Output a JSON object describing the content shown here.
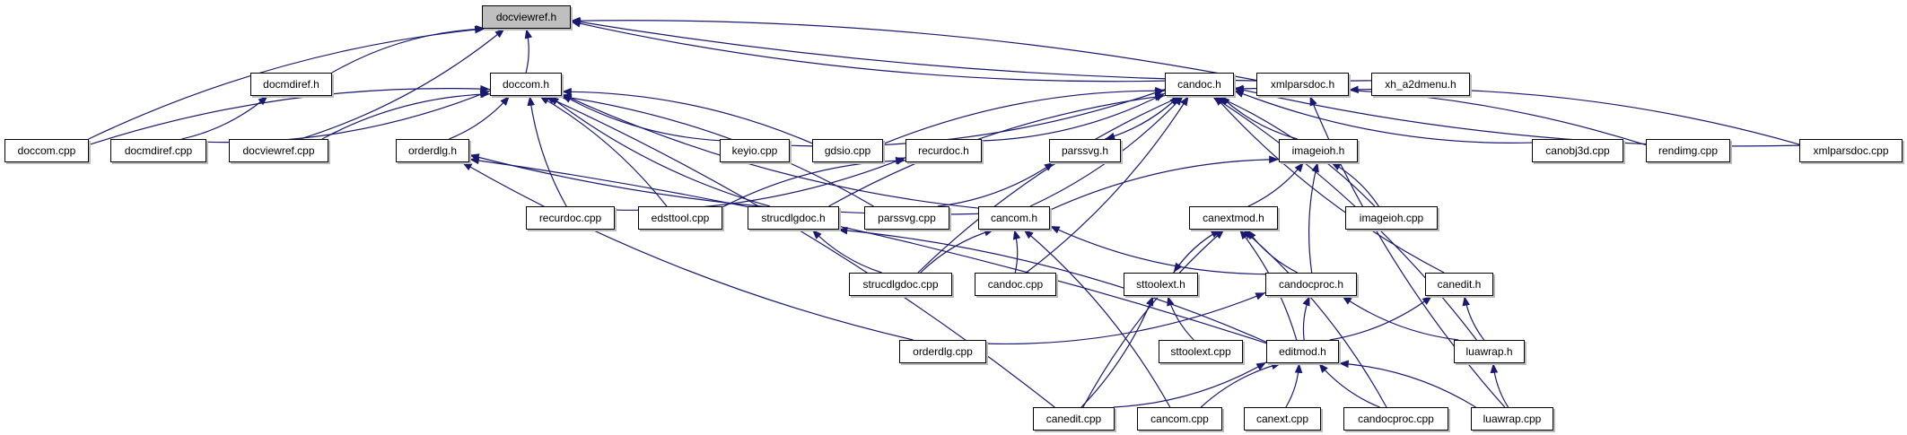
{
  "colors": {
    "edge": "#191970",
    "root_fill": "#bfbfbf",
    "node_fill": "#ffffff"
  },
  "root": "docviewref.h",
  "nodes": [
    "docviewref.h",
    "docmdiref.h",
    "doccom.h",
    "candoc.h",
    "xmlparsdoc.h",
    "xh_a2dmenu.h",
    "doccom.cpp",
    "docmdiref.cpp",
    "docviewref.cpp",
    "orderdlg.h",
    "keyio.cpp",
    "gdsio.cpp",
    "recurdoc.h",
    "parssvg.h",
    "imageioh.h",
    "canobj3d.cpp",
    "rendimg.cpp",
    "xmlparsdoc.cpp",
    "recurdoc.cpp",
    "edsttool.cpp",
    "strucdlgdoc.h",
    "parssvg.cpp",
    "cancom.h",
    "canextmod.h",
    "imageioh.cpp",
    "strucdlgdoc.cpp",
    "candoc.cpp",
    "sttoolext.h",
    "candocproc.h",
    "canedit.h",
    "orderdlg.cpp",
    "sttoolext.cpp",
    "editmod.h",
    "luawrap.h",
    "canedit.cpp",
    "cancom.cpp",
    "canext.cpp",
    "candocproc.cpp",
    "luawrap.cpp"
  ],
  "edges": [
    [
      "docmdiref.h",
      "docviewref.h"
    ],
    [
      "doccom.h",
      "docviewref.h"
    ],
    [
      "doccom.cpp",
      "docviewref.h"
    ],
    [
      "docviewref.cpp",
      "docviewref.h"
    ],
    [
      "candoc.h",
      "docviewref.h"
    ],
    [
      "xmlparsdoc.h",
      "docviewref.h"
    ],
    [
      "xh_a2dmenu.h",
      "docviewref.h"
    ],
    [
      "docmdiref.cpp",
      "docmdiref.h"
    ],
    [
      "doccom.cpp",
      "doccom.h"
    ],
    [
      "docmdiref.cpp",
      "doccom.h"
    ],
    [
      "docviewref.cpp",
      "doccom.h"
    ],
    [
      "orderdlg.h",
      "doccom.h"
    ],
    [
      "keyio.cpp",
      "doccom.h"
    ],
    [
      "gdsio.cpp",
      "doccom.h"
    ],
    [
      "recurdoc.cpp",
      "doccom.h"
    ],
    [
      "edsttool.cpp",
      "doccom.h"
    ],
    [
      "strucdlgdoc.h",
      "doccom.h"
    ],
    [
      "parssvg.cpp",
      "doccom.h"
    ],
    [
      "cancom.h",
      "doccom.h"
    ],
    [
      "canedit.cpp",
      "doccom.h"
    ],
    [
      "cancom.h",
      "orderdlg.h"
    ],
    [
      "editmod.h",
      "orderdlg.h"
    ],
    [
      "orderdlg.cpp",
      "orderdlg.h"
    ],
    [
      "keyio.cpp",
      "candoc.h"
    ],
    [
      "gdsio.cpp",
      "candoc.h"
    ],
    [
      "recurdoc.h",
      "candoc.h"
    ],
    [
      "strucdlgdoc.h",
      "candoc.h"
    ],
    [
      "parssvg.h",
      "candoc.h"
    ],
    [
      "candoc.h",
      "parssvg.h"
    ],
    [
      "cancom.h",
      "candoc.h"
    ],
    [
      "strucdlgdoc.cpp",
      "candoc.h"
    ],
    [
      "candoc.cpp",
      "candoc.h"
    ],
    [
      "imageioh.h",
      "candoc.h"
    ],
    [
      "imageioh.cpp",
      "candoc.h"
    ],
    [
      "canedit.h",
      "candoc.h"
    ],
    [
      "luawrap.h",
      "candoc.h"
    ],
    [
      "canobj3d.cpp",
      "candoc.h"
    ],
    [
      "rendimg.cpp",
      "candoc.h"
    ],
    [
      "xmlparsdoc.cpp",
      "candoc.h"
    ],
    [
      "xmlparsdoc.cpp",
      "xmlparsdoc.h"
    ],
    [
      "luawrap.cpp",
      "xmlparsdoc.h"
    ],
    [
      "recurdoc.cpp",
      "recurdoc.h"
    ],
    [
      "edsttool.cpp",
      "recurdoc.h"
    ],
    [
      "parssvg.cpp",
      "parssvg.h"
    ],
    [
      "cancom.h",
      "imageioh.h"
    ],
    [
      "canextmod.h",
      "imageioh.h"
    ],
    [
      "candocproc.h",
      "imageioh.h"
    ],
    [
      "imageioh.cpp",
      "imageioh.h"
    ],
    [
      "strucdlgdoc.cpp",
      "strucdlgdoc.h"
    ],
    [
      "editmod.h",
      "strucdlgdoc.h"
    ],
    [
      "strucdlgdoc.cpp",
      "cancom.h"
    ],
    [
      "candoc.cpp",
      "cancom.h"
    ],
    [
      "candocproc.h",
      "cancom.h"
    ],
    [
      "cancom.cpp",
      "cancom.h"
    ],
    [
      "sttoolext.h",
      "canextmod.h"
    ],
    [
      "canextmod.h",
      "sttoolext.h"
    ],
    [
      "candocproc.h",
      "canextmod.h"
    ],
    [
      "editmod.h",
      "canextmod.h"
    ],
    [
      "canedit.cpp",
      "canextmod.h"
    ],
    [
      "candocproc.cpp",
      "canextmod.h"
    ],
    [
      "sttoolext.cpp",
      "sttoolext.h"
    ],
    [
      "canedit.cpp",
      "sttoolext.h"
    ],
    [
      "editmod.h",
      "candocproc.h"
    ],
    [
      "orderdlg.cpp",
      "candocproc.h"
    ],
    [
      "luawrap.h",
      "candocproc.h"
    ],
    [
      "editmod.h",
      "canedit.h"
    ],
    [
      "luawrap.h",
      "canedit.h"
    ],
    [
      "canedit.cpp",
      "editmod.h"
    ],
    [
      "cancom.cpp",
      "editmod.h"
    ],
    [
      "canext.cpp",
      "editmod.h"
    ],
    [
      "candocproc.cpp",
      "editmod.h"
    ],
    [
      "luawrap.cpp",
      "editmod.h"
    ],
    [
      "luawrap.cpp",
      "luawrap.h"
    ]
  ]
}
